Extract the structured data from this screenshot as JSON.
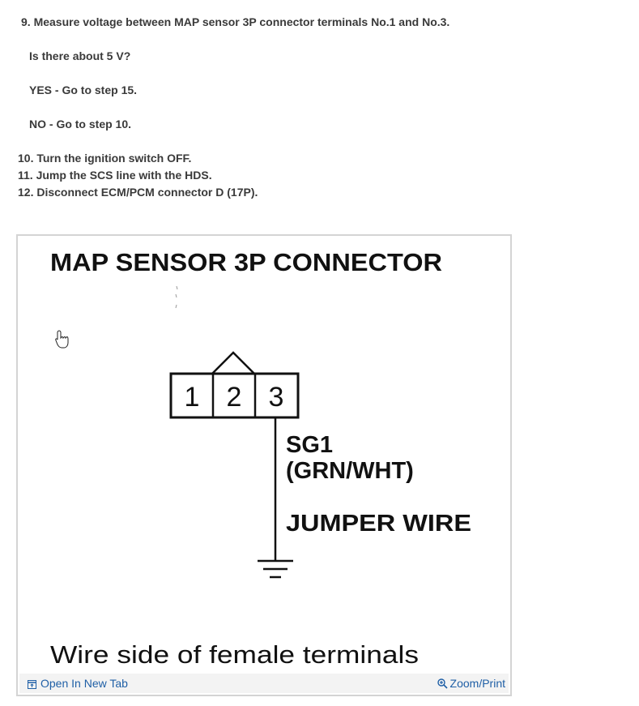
{
  "steps": [
    {
      "text": "9. Measure voltage between MAP sensor 3P connector terminals No.1 and No.3."
    },
    {
      "text": "Is there about 5 V?"
    },
    {
      "text": "YES - Go to step 15."
    },
    {
      "text": "NO - Go to step 10."
    },
    {
      "text": "10. Turn the ignition switch OFF."
    },
    {
      "text": "11. Jump the SCS line with the HDS."
    },
    {
      "text": "12. Disconnect ECM/PCM connector D (17P)."
    }
  ],
  "figure": {
    "title": "MAP SENSOR 3P CONNECTOR",
    "terminals": [
      "1",
      "2",
      "3"
    ],
    "wire_name": "SG1",
    "wire_color": "(GRN/WHT)",
    "jumper_label": "JUMPER WIRE",
    "caption": "Wire side of female terminals"
  },
  "toolbar": {
    "open_label": "Open In New Tab",
    "zoom_label": "Zoom/Print",
    "open_icon": "open-new-tab-icon",
    "zoom_icon": "magnifier-plus-icon"
  },
  "colors": {
    "link": "#1f5fa6",
    "text": "#3a3a3a",
    "frame": "#d4d4d4",
    "toolbar_bg": "#f3f3f3"
  }
}
